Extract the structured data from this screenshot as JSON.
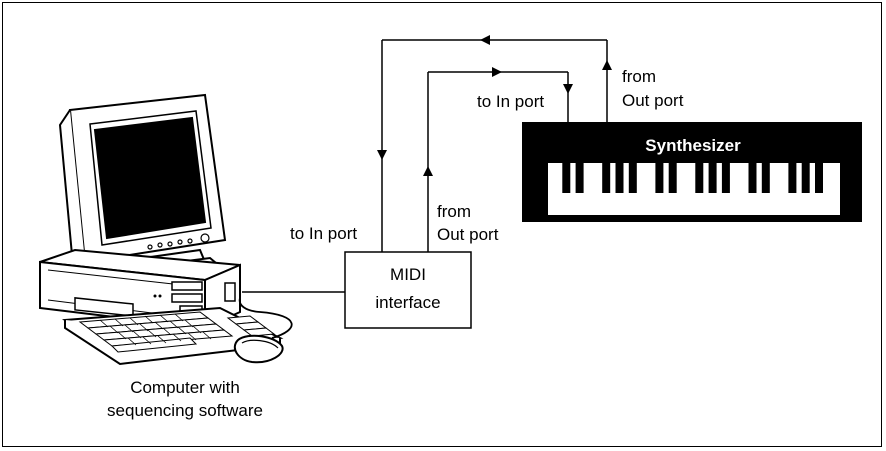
{
  "labels": {
    "computer_line1": "Computer with",
    "computer_line2": "sequencing software",
    "midi_line1": "MIDI",
    "midi_line2": "interface",
    "synth": "Synthesizer",
    "midi_to_in_port": "to In port",
    "midi_from_line1": "from",
    "midi_from_line2": "Out port",
    "synth_to_in_port": "to In port",
    "synth_from_line1": "from",
    "synth_from_line2": "Out port"
  }
}
